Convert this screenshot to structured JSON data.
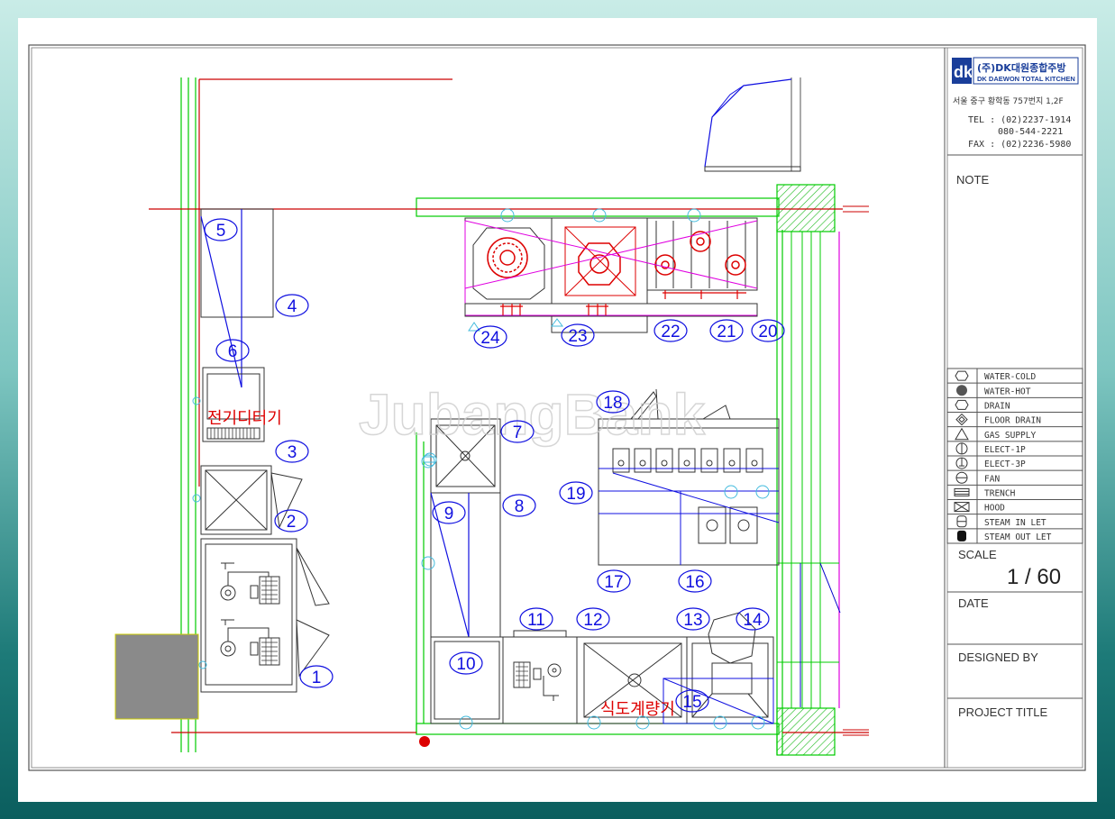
{
  "title_block": {
    "company_korean": "(주)DK대원종합주방",
    "company_english": "DK DAEWON TOTAL KITCHEN",
    "logo_letters": "dk",
    "address": "서울 중구 황학동 757번지 1,2F",
    "tel_line1": "TEL : (02)2237-1914",
    "tel_line2": "080-544-2221",
    "fax": "FAX : (02)2236-5980",
    "note_label": "NOTE",
    "scale_label": "SCALE",
    "scale_value": "1 / 60",
    "date_label": "DATE",
    "designed_by_label": "DESIGNED BY",
    "project_title_label": "PROJECT TITLE"
  },
  "legend": [
    {
      "symbol": "water-cold-icon",
      "label": "WATER-COLD"
    },
    {
      "symbol": "water-hot-icon",
      "label": "WATER-HOT"
    },
    {
      "symbol": "drain-icon",
      "label": "DRAIN"
    },
    {
      "symbol": "floor-drain-icon",
      "label": "FLOOR DRAIN"
    },
    {
      "symbol": "gas-supply-icon",
      "label": "GAS SUPPLY"
    },
    {
      "symbol": "elect-1p-icon",
      "label": "ELECT-1P"
    },
    {
      "symbol": "elect-3p-icon",
      "label": "ELECT-3P"
    },
    {
      "symbol": "fan-icon",
      "label": "FAN"
    },
    {
      "symbol": "trench-icon",
      "label": "TRENCH"
    },
    {
      "symbol": "hood-icon",
      "label": "HOOD"
    },
    {
      "symbol": "steam-in-let-icon",
      "label": "STEAM IN LET"
    },
    {
      "symbol": "steam-out-let-icon",
      "label": "STEAM OUT LET"
    }
  ],
  "equipment_numbers": [
    "1",
    "2",
    "3",
    "4",
    "5",
    "6",
    "7",
    "8",
    "9",
    "10",
    "11",
    "12",
    "13",
    "14",
    "15",
    "16",
    "17",
    "18",
    "19",
    "20",
    "21",
    "22",
    "23",
    "24"
  ],
  "annotations": {
    "label_left": "전기디터기",
    "label_bottom": "식도계량기"
  },
  "watermark": "JubangBank",
  "colors": {
    "background_top": "#c9ece7",
    "background_bottom": "#0b5e5e",
    "wall_green": "#00cc00",
    "pipe_red": "#cc0000",
    "equipment_blue": "#1010e0",
    "magenta": "#e000e0"
  }
}
